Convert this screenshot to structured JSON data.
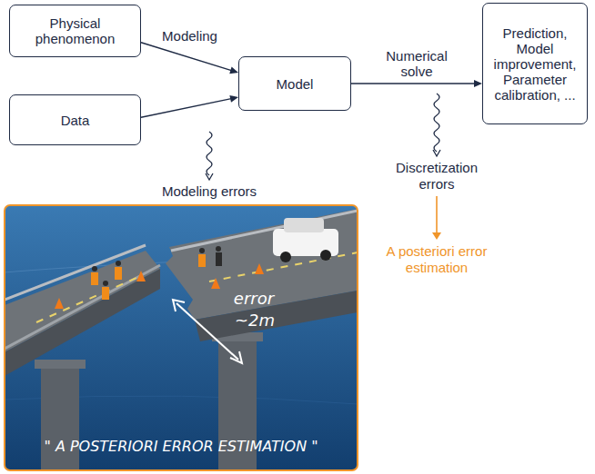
{
  "diagram": {
    "nodes": [
      {
        "text": [
          "Physical phenomenon"
        ]
      },
      {
        "text": [
          "Data"
        ]
      },
      {
        "text": [
          "Model"
        ]
      },
      {
        "text": [
          "Prediction, Model improvement, Parameter calibration, ..."
        ]
      }
    ],
    "edges": [
      {
        "from": 0,
        "to": 2,
        "arrow": "to",
        "label": "Modeling"
      },
      {
        "from": 1,
        "to": 2,
        "arrow": "to"
      },
      {
        "from": 2,
        "to": 3,
        "arrow": "to",
        "label": "Numerical solve"
      }
    ],
    "labels": [
      "Modeling errors",
      "Discretization errors",
      "A posteriori error estimation",
      "error",
      "~2m",
      "\" A POSTERIORI ERROR ESTIMATION \""
    ]
  }
}
